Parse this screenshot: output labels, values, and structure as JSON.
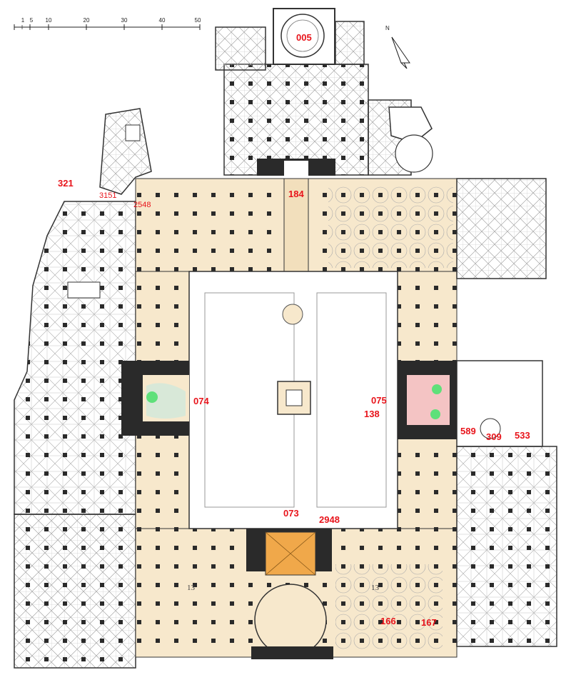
{
  "scale_bar": {
    "ticks": [
      "1",
      "5",
      "10",
      "20",
      "30",
      "40",
      "50"
    ]
  },
  "north_label": "N",
  "room_numbers": [
    "13",
    "13"
  ],
  "labels": {
    "l005": "005",
    "l321": "321",
    "l3151": "3151",
    "l2548": "2548",
    "l184": "184",
    "l074": "074",
    "l075": "075",
    "l138": "138",
    "l589": "589",
    "l309": "309",
    "l533": "533",
    "l073": "073",
    "l2948": "2948",
    "l166": "166",
    "l167": "167"
  },
  "colors": {
    "highlight_fill": "#f7e8cc",
    "wall": "#222222",
    "label_red": "#e8141b",
    "courtyard": "#ffffff",
    "iwan_green": "#5fe07a",
    "iwan_pink": "#f4c4c4",
    "iwan_orange": "#f0a84a"
  }
}
